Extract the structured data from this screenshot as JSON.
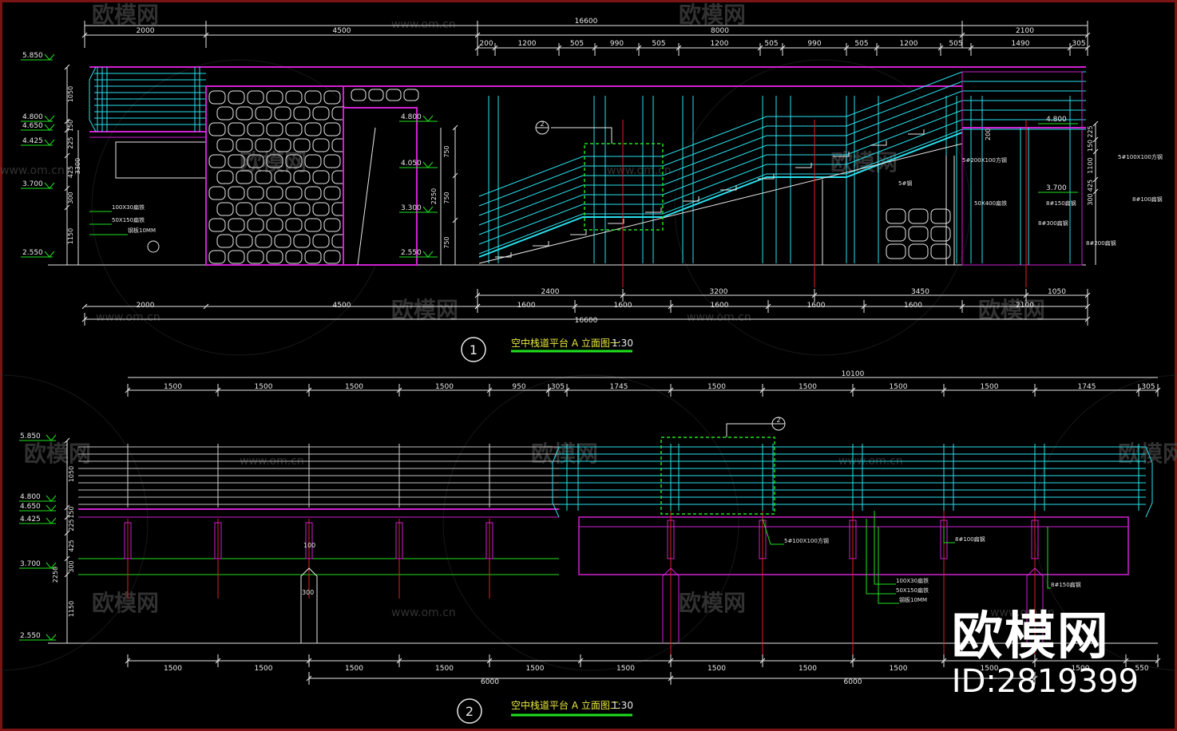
{
  "colors": {
    "background": "#000000",
    "border": "#7a1414",
    "cyan": "#29e0ee",
    "magenta": "#d020d0",
    "green": "#20e020",
    "red": "#e02020",
    "white": "#e8e8e8",
    "yellow": "#e8e840",
    "watermark": "#5a5a5a"
  },
  "watermarks": {
    "brand": "欧模网",
    "url": "www.om.cn"
  },
  "stamp": {
    "brand": "欧模网",
    "id": "ID:2819399"
  },
  "drawing1": {
    "number": "1",
    "title": "空中栈道平台 A 立面图一",
    "scale": "1:30",
    "top_overall": "16600",
    "top_segments": [
      "2000",
      "4500",
      "8000",
      "2100"
    ],
    "top_detail": [
      "200",
      "1200",
      "505",
      "990",
      "505",
      "1200",
      "505",
      "990",
      "505",
      "1200",
      "505",
      "1490",
      "305"
    ],
    "levels_left": [
      "5.850",
      "4.800",
      "4.650",
      "4.425",
      "3.700",
      "2.550"
    ],
    "vertical_dims_left": [
      "1050",
      "150",
      "225",
      "425",
      "300",
      "1150"
    ],
    "vertical_total_left": "3300",
    "door_levels": [
      "4.800",
      "4.050",
      "3.300",
      "2.550"
    ],
    "door_dims": [
      "750",
      "750",
      "750"
    ],
    "door_total": "2250",
    "right_levels": [
      "4.800",
      "3.700"
    ],
    "right_dims": [
      "225",
      "150",
      "1100",
      "425",
      "300"
    ],
    "right_200": "200",
    "bottom_row1": [
      "2400",
      "3200",
      "3450",
      "1050"
    ],
    "bottom_row2": [
      "1600",
      "1600",
      "1600",
      "1600",
      "1600",
      "2100"
    ],
    "bottom_row3": [
      "2000",
      "4500"
    ],
    "bottom_overall": "16600",
    "callout_number": "2",
    "annotations": [
      "100X30扁铁",
      "50X150扁铁",
      "钢板10MM",
      "5#200X100方钢",
      "5#钢",
      "50X400扁铁",
      "8#150扁钢",
      "8#300扁钢",
      "8#200扁钢",
      "5#100X100方钢",
      "8#100扁钢"
    ]
  },
  "drawing2": {
    "number": "2",
    "title": "空中栈道平台 A 立面图二",
    "scale": "1:30",
    "top_overall": "10100",
    "top_left": [
      "1500",
      "1500",
      "1500",
      "1500",
      "950"
    ],
    "top_right": [
      "305",
      "1745",
      "1500",
      "1500",
      "1500",
      "1500",
      "1745",
      "305"
    ],
    "levels_left": [
      "5.850",
      "4.800",
      "4.650",
      "4.425",
      "3.700",
      "2.550"
    ],
    "vertical_dims_left": [
      "1050",
      "150",
      "225",
      "425",
      "300",
      "1150"
    ],
    "vertical_total_left": "2250",
    "post_dims": [
      "100",
      "300"
    ],
    "bottom_row1": [
      "1500",
      "1500",
      "1500",
      "1500",
      "1500",
      "1500",
      "1500",
      "1500",
      "1500",
      "1500",
      "1500",
      "550"
    ],
    "bottom_row2": [
      "6000",
      "6000"
    ],
    "callout_number": "2",
    "annotations": [
      "5#100X100方钢",
      "8#100扁钢",
      "100X30扁铁",
      "50X150扁铁",
      "钢板10MM",
      "8#150扁钢"
    ]
  }
}
